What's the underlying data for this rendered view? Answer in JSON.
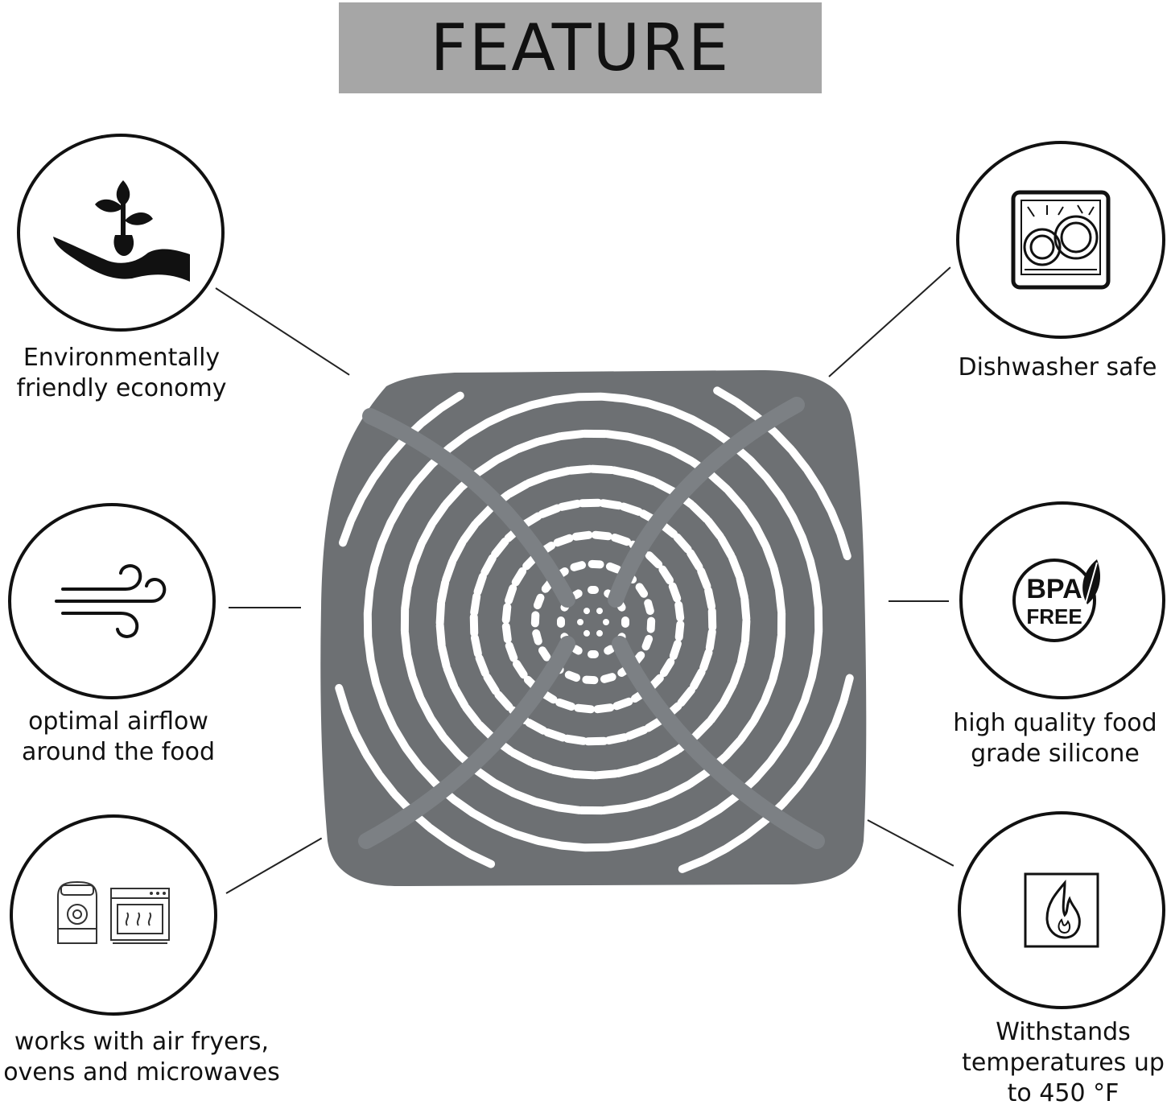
{
  "title": "FEATURE",
  "features": [
    {
      "id": "eco",
      "icon": "hand-plant-icon",
      "line1": "Environmentally",
      "line2": "friendly economy"
    },
    {
      "id": "airflow",
      "icon": "wind-icon",
      "line1": "optimal airflow",
      "line2": "around the food"
    },
    {
      "id": "appliances",
      "icon": "air-fryer-oven-icon",
      "line1": "works with air fryers,",
      "line2": "ovens and microwaves"
    },
    {
      "id": "dishwasher",
      "icon": "dishwasher-icon",
      "line1": "Dishwasher safe"
    },
    {
      "id": "silicone",
      "icon": "bpa-free-icon",
      "line1": "high quality food",
      "line2": "grade silicone",
      "badge_top": "BPA",
      "badge_bottom": "FREE"
    },
    {
      "id": "heat",
      "icon": "flame-icon",
      "line1": "Withstands",
      "line2": "temperatures up",
      "line3": "to 450 °F"
    }
  ],
  "colors": {
    "title_bg": "#a6a6a6",
    "mat": "#6d7073"
  }
}
